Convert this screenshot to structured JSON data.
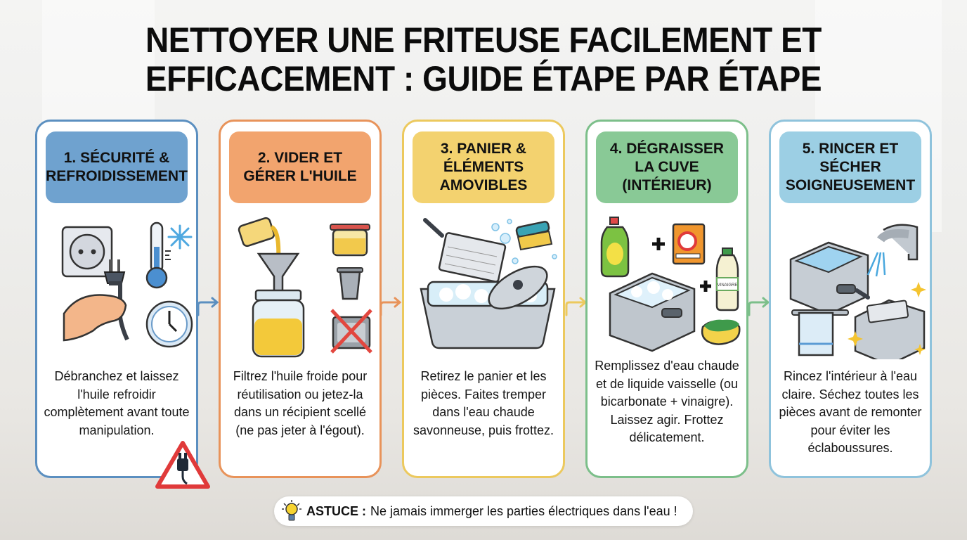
{
  "title": {
    "line1": "NETTOYER UNE FRITEUSE FACILEMENT ET",
    "line2": "EFFICACEMENT : GUIDE ÉTAPE PAR ÉTAPE"
  },
  "steps": [
    {
      "heading": "1. SÉCURITÉ & REFROIDISSEMENT",
      "color": "#5b8fc0",
      "head_bg": "#6fa2cf",
      "text": "Débranchez et laissez l'huile refroidir complètement avant toute manipulation.",
      "icons": [
        "wall-socket-icon",
        "plug-in-hand-icon",
        "thermometer-icon",
        "snowflake-icon",
        "clock-icon"
      ]
    },
    {
      "heading": "2. VIDER ET GÉRER L'HUILE",
      "color": "#e8935a",
      "head_bg": "#f2a46e",
      "text": "Filtrez l'huile froide pour réutilisation ou jetez-la dans un récipient scellé (ne pas jeter à l'égout).",
      "icons": [
        "pouring-jar-icon",
        "funnel-icon",
        "oil-jar-icon",
        "sealed-container-icon",
        "trash-can-icon",
        "no-sink-icon"
      ]
    },
    {
      "heading": "3. PANIER & ÉLÉMENTS AMOVIBLES",
      "color": "#ecc95e",
      "head_bg": "#f3d26f",
      "text": "Retirez le panier et les pièces. Faites tremper dans l'eau chaude savonneuse, puis frottez.",
      "icons": [
        "fryer-basket-icon",
        "scrub-brush-icon",
        "soapy-tub-icon",
        "lid-icon",
        "bubbles-icon"
      ]
    },
    {
      "heading": "4. DÉGRAISSER LA CUVE (INTÉRIEUR)",
      "color": "#7cbf8a",
      "head_bg": "#89c996",
      "text": "Remplissez d'eau chaude et de liquide vaisselle (ou bicarbonate + vinaigre). Laissez agir. Frottez délicatement.",
      "icons": [
        "dish-soap-icon",
        "plus-icon",
        "baking-soda-box-icon",
        "fryer-with-foam-icon",
        "vinegar-bottle-icon",
        "sponge-icon"
      ],
      "vinegar_label": "VINAIGRE"
    },
    {
      "heading": "5. RINCER ET SÉCHER SOIGNEUSEMENT",
      "color": "#8fc3dc",
      "head_bg": "#9ccfe4",
      "text": "Rincez l'intérieur à l'eau claire. Séchez toutes les pièces avant de remonter pour éviter les éclaboussures.",
      "icons": [
        "fryer-with-water-icon",
        "faucet-icon",
        "towel-icon",
        "clean-fryer-icon",
        "sparkle-icon"
      ]
    }
  ],
  "tip": {
    "label": "ASTUCE :",
    "text": "Ne jamais immerger les parties électriques dans l'eau !",
    "icon": "lightbulb-icon"
  },
  "warning_icon": "electrical-warning-icon"
}
